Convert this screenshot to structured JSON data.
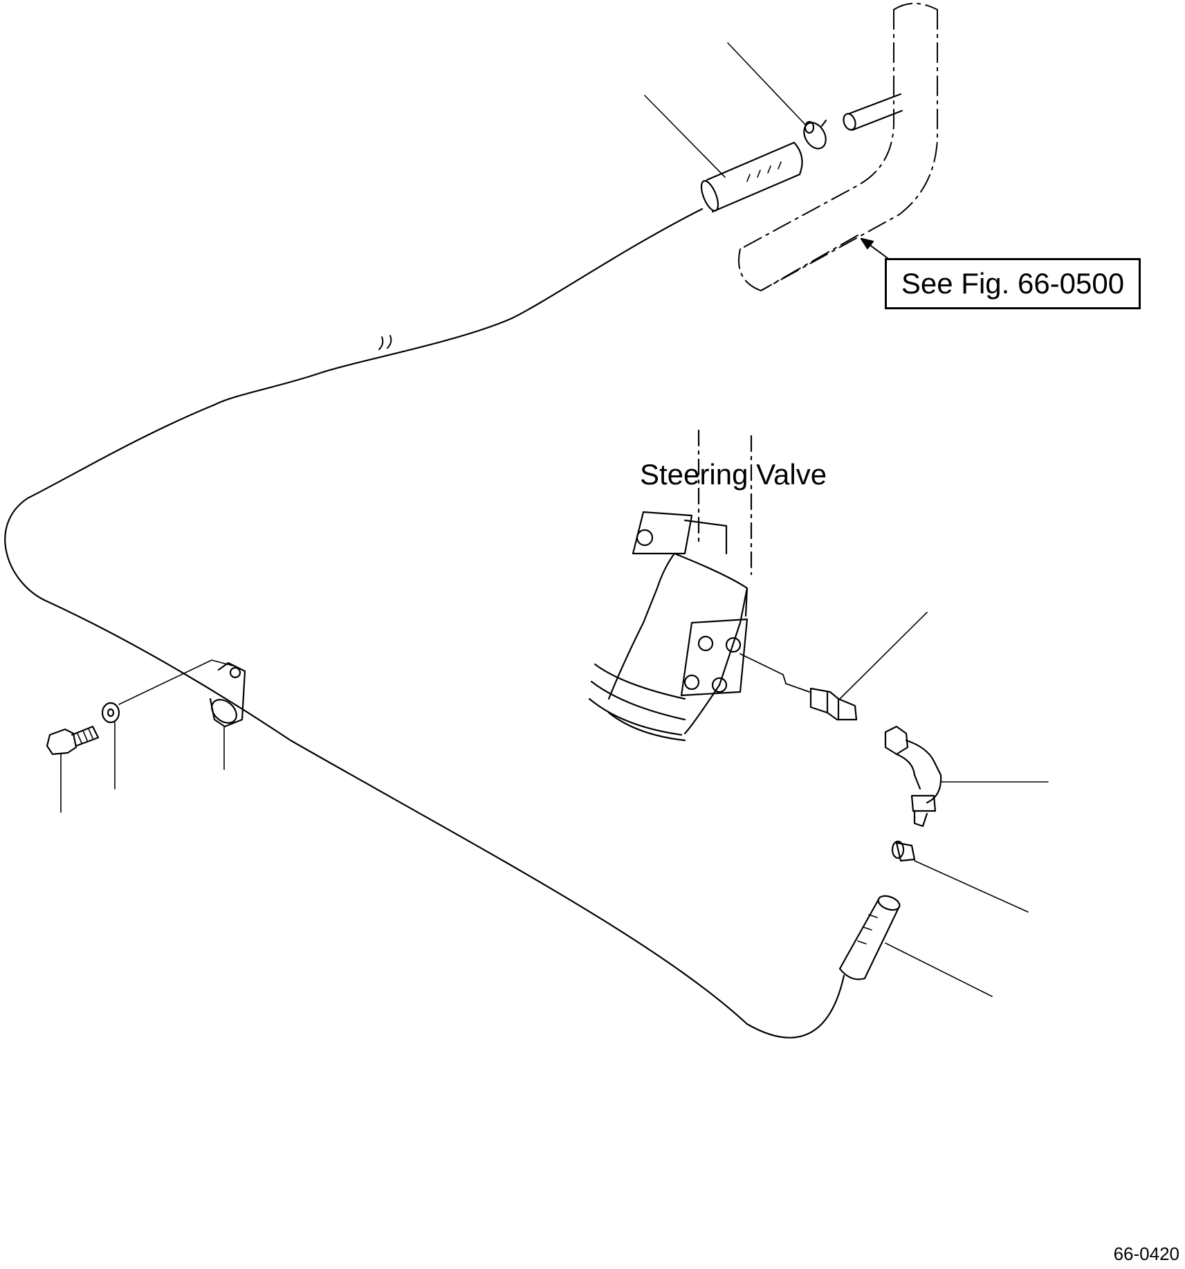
{
  "callouts": {
    "reference": "See Fig. 66-0500",
    "valve": "Steering Valve"
  },
  "figure": {
    "number": "66-0420"
  }
}
